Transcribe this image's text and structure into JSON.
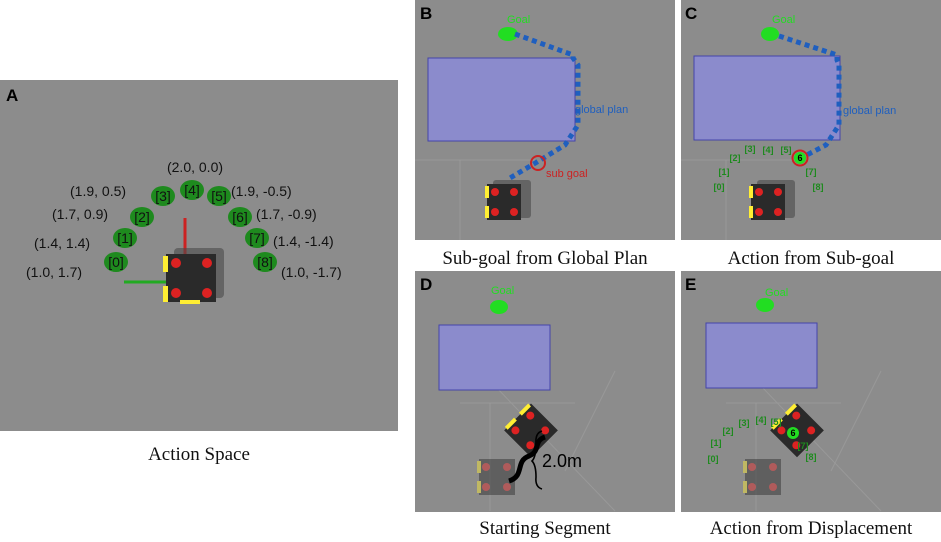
{
  "panels": {
    "a": {
      "label": "A",
      "caption": "Action Space",
      "actions": [
        {
          "index": "[0]",
          "coord": "(1.0, 1.7)"
        },
        {
          "index": "[1]",
          "coord": "(1.4, 1.4)"
        },
        {
          "index": "[2]",
          "coord": "(1.7, 0.9)"
        },
        {
          "index": "[3]",
          "coord": "(1.9, 0.5)"
        },
        {
          "index": "[4]",
          "coord": "(2.0, 0.0)"
        },
        {
          "index": "[5]",
          "coord": "(1.9, -0.5)"
        },
        {
          "index": "[6]",
          "coord": "(1.7, -0.9)"
        },
        {
          "index": "[7]",
          "coord": "(1.4, -1.4)"
        },
        {
          "index": "[8]",
          "coord": "(1.0, -1.7)"
        }
      ]
    },
    "b": {
      "label": "B",
      "caption": "Sub-goal from Global Plan",
      "goal": "Goal",
      "global_plan": "global plan",
      "sub_goal": "sub goal"
    },
    "c": {
      "label": "C",
      "caption": "Action from Sub-goal",
      "goal": "Goal",
      "global_plan": "global plan",
      "indices": [
        "[0]",
        "[1]",
        "[2]",
        "[3]",
        "[4]",
        "[5]",
        "6",
        "[7]",
        "[8]"
      ]
    },
    "d": {
      "label": "D",
      "caption": "Starting Segment",
      "goal": "Goal",
      "distance": "2.0m"
    },
    "e": {
      "label": "E",
      "caption": "Action from Displacement",
      "goal": "Goal",
      "indices": [
        "[0]",
        "[1]",
        "[2]",
        "[3]",
        "[4]",
        "[5]",
        "6",
        "[7]",
        "[8]"
      ]
    }
  },
  "colors": {
    "background": "#8c8c8c",
    "obstacle": "#8b8bcc",
    "goal": "#22dd22",
    "plan": "#1f5fbf",
    "subgoal": "#cc2222",
    "action": "#1e8a1e",
    "robot": "#2a2a2a",
    "wheel_red": "#dd2222",
    "bumper": "#ffee33"
  }
}
